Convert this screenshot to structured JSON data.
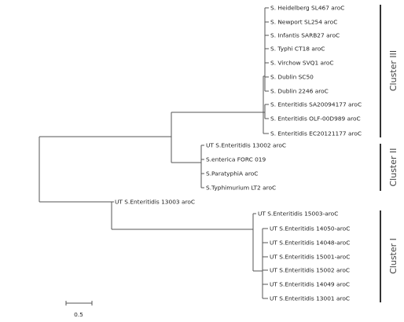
{
  "tree": {
    "scale_label": "0.5",
    "clusters": [
      {
        "name": "Cluster III",
        "leaves": [
          "S. Heidelberg SL467 aroC",
          "S. Newport SL254 aroC",
          "S. Infantis SARB27 aroC",
          "S. Typhi CT18 aroC",
          "S. Virchow SVQ1 aroC",
          "S. Dublin SC50",
          "S. Dublin 2246 aroC",
          "S. Enteritidis SA20094177 aroC",
          "S. Enteritidis OLF-00D989 aroC",
          "S. Enteritidis EC20121177 aroC"
        ]
      },
      {
        "name": "Cluster II",
        "leaves": [
          "UT S.Enteritidis 13002 aroC",
          "S.enterica FORC 019",
          "S.ParatyphiA aroC",
          "S.Typhimurium LT2 aroC"
        ]
      },
      {
        "name": "Cluster I",
        "leaves": [
          "UT S.Enteritidis 13003 aroC",
          "UT S.Enteritidis 15003-aroC",
          "UT S.Enteritidis 14050-aroC",
          "UT S.Enteritidis 14048-aroC",
          "UT S.Enteritidis 15001-aroC",
          "UT S.Enteritidis 15002 aroC",
          "UT S.Enteritidis 14049 aroC",
          "UT S.Enteritidis 13001 aroC"
        ]
      }
    ]
  }
}
